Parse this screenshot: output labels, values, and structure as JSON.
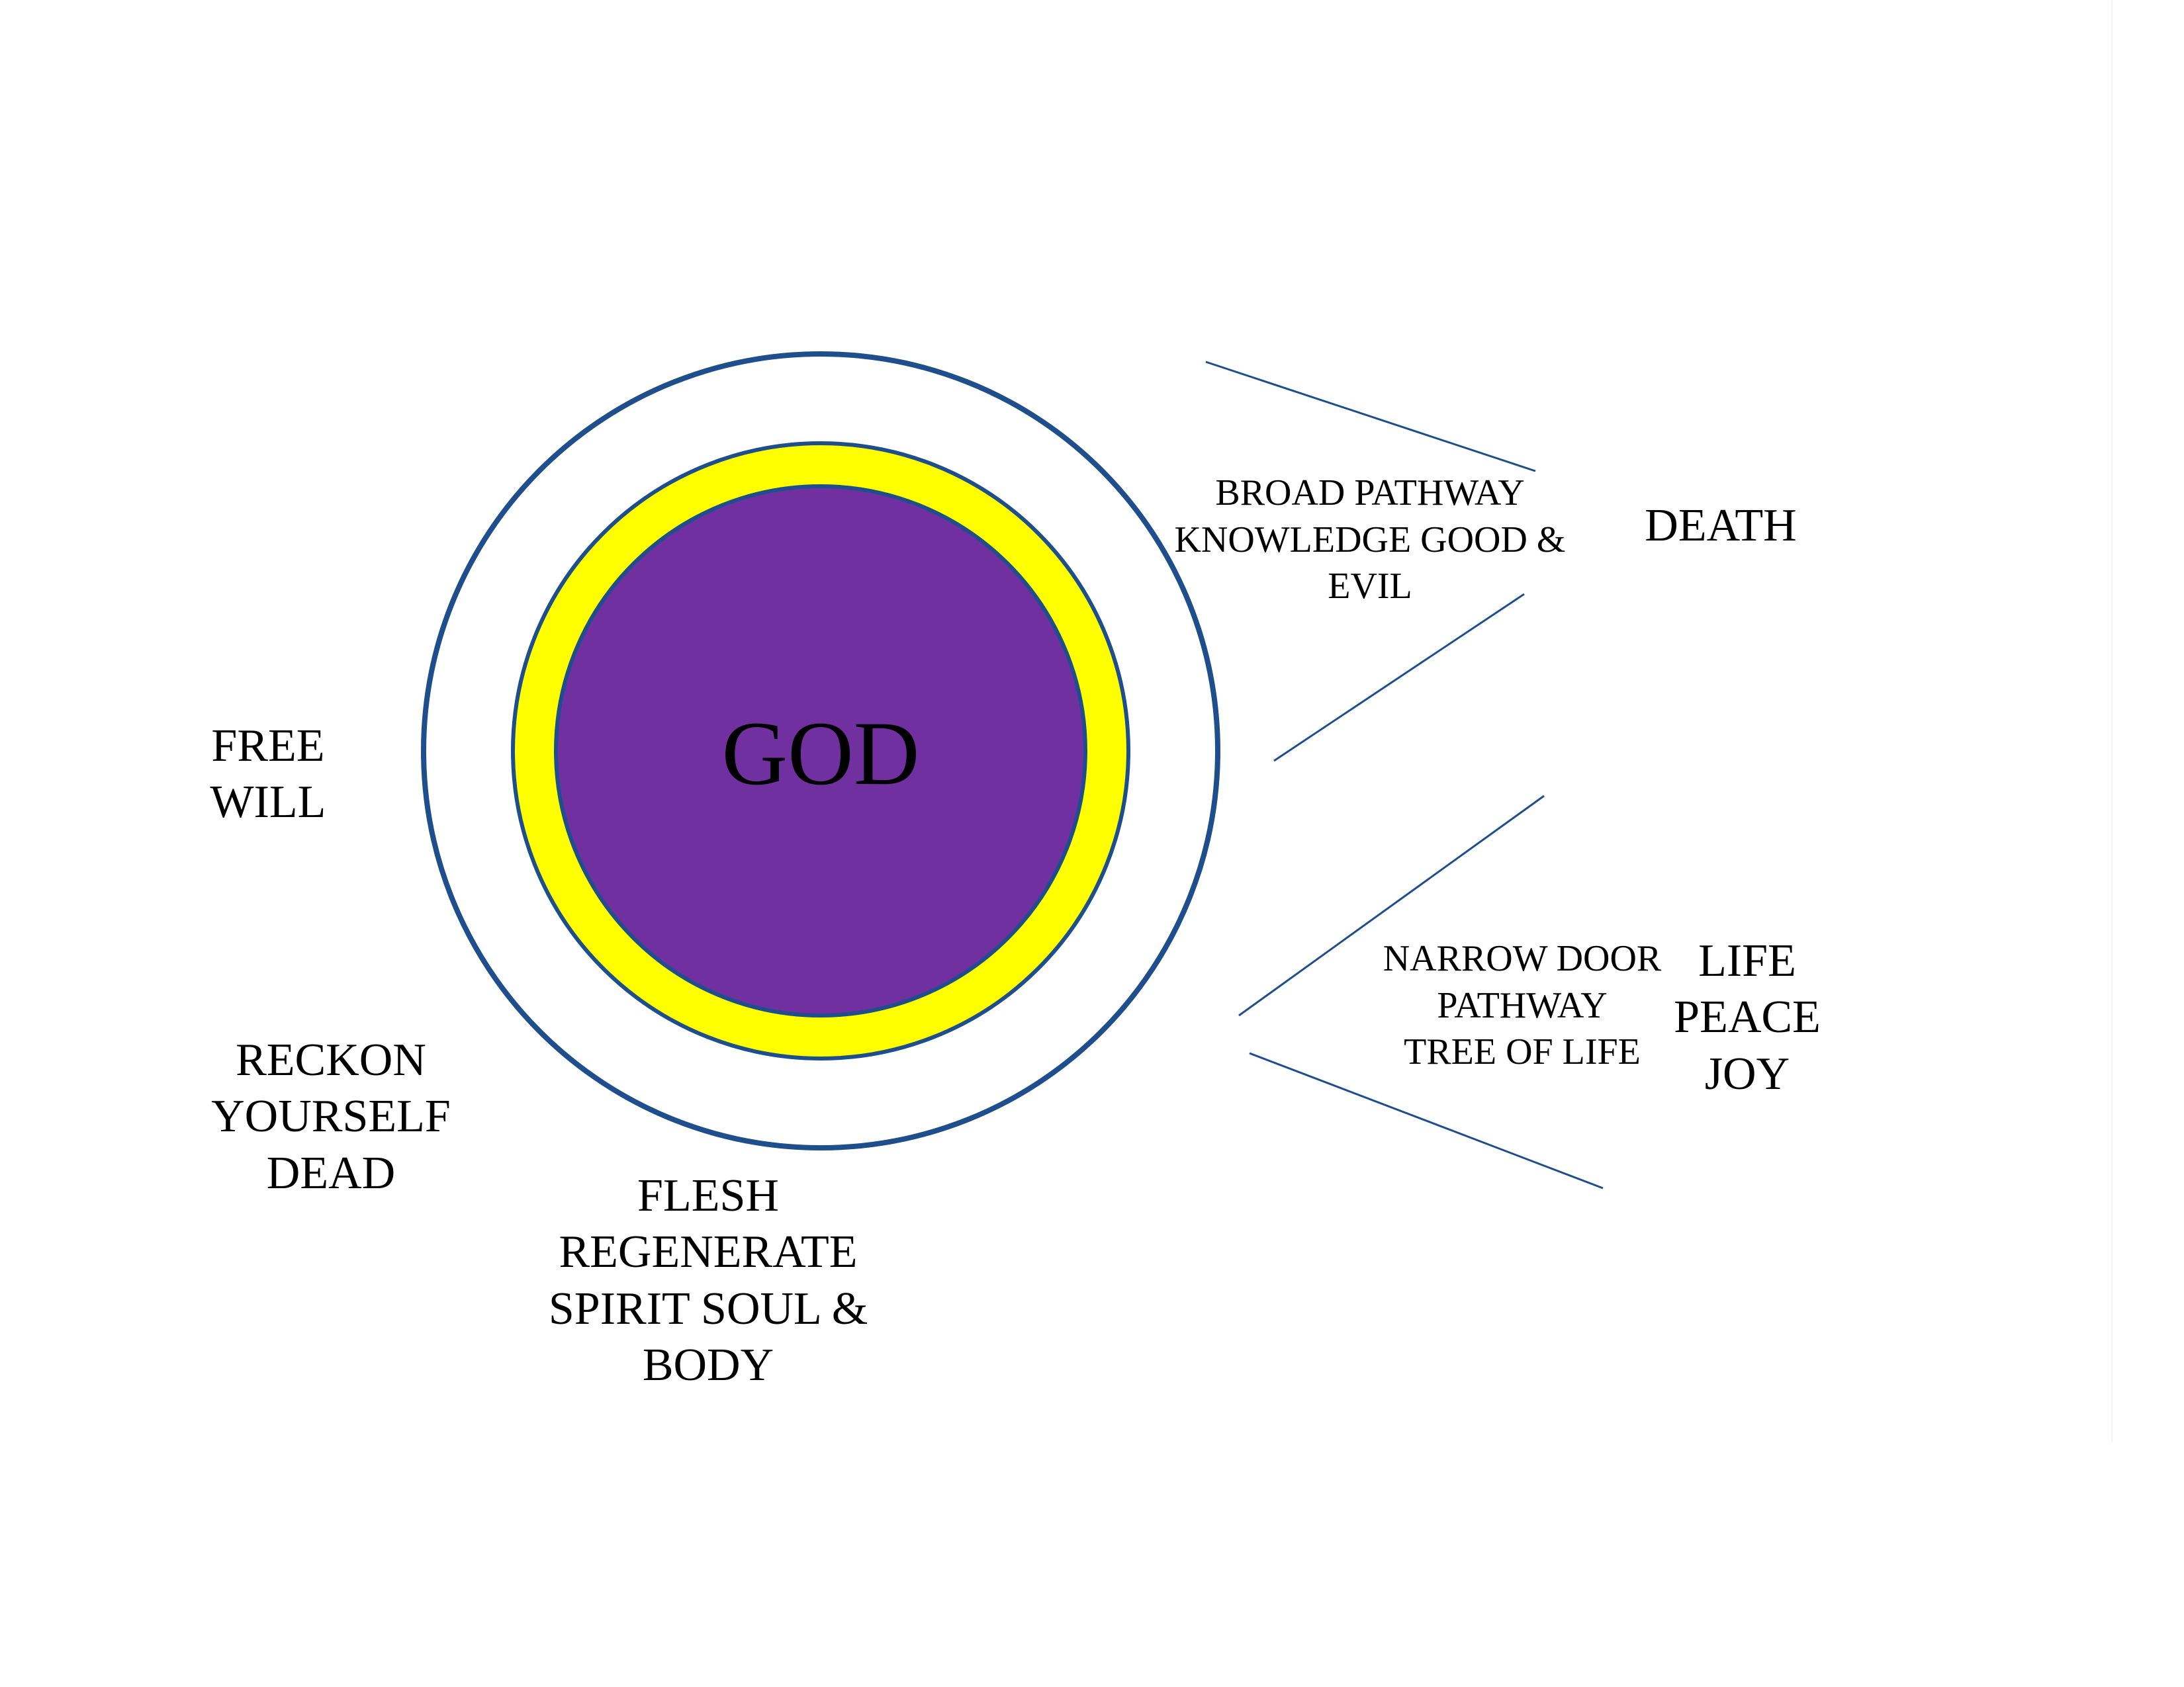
{
  "colors": {
    "outline": "#1f4e8c",
    "ring": "#ffff00",
    "core": "#7030a0",
    "background": "#ffffff",
    "text": "#000000"
  },
  "center": {
    "label": "GOD"
  },
  "free_will": {
    "line1": "FREE",
    "line2": "WILL"
  },
  "reckon": {
    "line1": "RECKON",
    "line2": "YOURSELF",
    "line3": "DEAD"
  },
  "flesh": {
    "line1": "FLESH",
    "line2": "REGENERATE",
    "line3": "SPIRIT SOUL &",
    "line4": "BODY"
  },
  "broad": {
    "line1": "BROAD PATHWAY",
    "line2": "KNOWLEDGE GOOD &",
    "line3": "EVIL"
  },
  "death": {
    "label": "DEATH"
  },
  "narrow": {
    "line1": "NARROW DOOR",
    "line2": "PATHWAY",
    "line3": "TREE OF LIFE"
  },
  "outcome": {
    "line1": "LIFE",
    "line2": "PEACE",
    "line3": "JOY"
  }
}
